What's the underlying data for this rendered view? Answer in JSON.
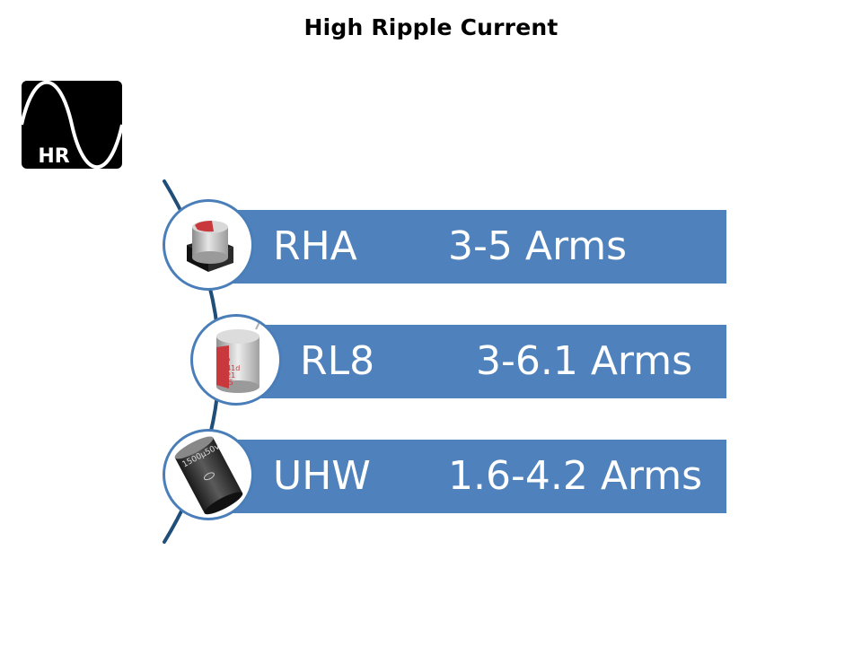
{
  "title": "High Ripple Current",
  "logo": {
    "text": "HR",
    "icon": "sine-wave-icon"
  },
  "items": [
    {
      "name": "RHA",
      "range": "3-5 Arms",
      "icon": "smd-capacitor-icon"
    },
    {
      "name": "RL8",
      "range": "3-6.1 Arms",
      "icon": "radial-capacitor-icon",
      "marking": [
        "FP",
        "941d",
        "821",
        "2.5"
      ]
    },
    {
      "name": "UHW",
      "range": "1.6-4.2 Arms",
      "icon": "electrolytic-capacitor-icon",
      "marking": "1500µ50v"
    }
  ],
  "colors": {
    "bar": "#4f81bd",
    "ring": "#4a7eb8",
    "connector": "#1f4e79"
  }
}
